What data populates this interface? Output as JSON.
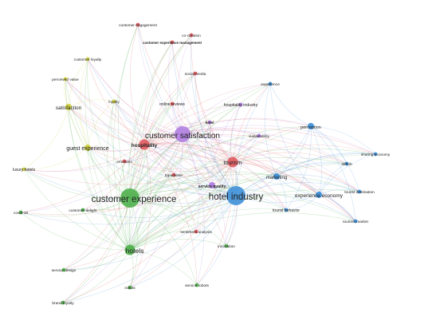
{
  "colors": {
    "red": "#e05a5f",
    "purple": "#b07ee0",
    "blue": "#3f90d8",
    "green": "#4fb04c",
    "yellow": "#cfcf3f"
  },
  "clusters": {
    "red": [
      "customer engagement",
      "co-creation",
      "customer experience management",
      "social media",
      "online reviews",
      "hospitality",
      "tourism",
      "tripadvisor",
      "sentiment analysis",
      "emotions"
    ],
    "purple": [
      "customer satisfaction",
      "hospitality industry",
      "hotel",
      "sustainability",
      "service quality"
    ],
    "blue": [
      "hotel industry",
      "experience",
      "perception",
      "sharing economy",
      "airbnb",
      "marketing",
      "experience economy",
      "tourist destination",
      "tourist behavior",
      "tourism market"
    ],
    "green": [
      "customer experience",
      "hotels",
      "covid-19",
      "customer delight",
      "innovation",
      "service design",
      "robots",
      "service robots",
      "brand loyalty"
    ],
    "yellow": [
      "customer loyalty",
      "perceived value",
      "satisfaction",
      "loyalty",
      "guest experience",
      "luxury hotels"
    ]
  },
  "nodes": [
    {
      "id": "customer experience",
      "label": "customer experience",
      "cluster": "green",
      "weight": 5
    },
    {
      "id": "hotel industry",
      "label": "hotel industry",
      "cluster": "blue",
      "weight": 5
    },
    {
      "id": "customer satisfaction",
      "label": "customer satisfaction",
      "cluster": "purple",
      "weight": 4
    },
    {
      "id": "hotels",
      "label": "hotels",
      "cluster": "green",
      "weight": 3
    },
    {
      "id": "tourism",
      "label": "tourism",
      "cluster": "red",
      "weight": 3
    },
    {
      "id": "hospitality",
      "label": "hospitality",
      "cluster": "red",
      "weight": 3
    },
    {
      "id": "guest experience",
      "label": "guest experience",
      "cluster": "yellow",
      "weight": 2
    },
    {
      "id": "satisfaction",
      "label": "satisfaction",
      "cluster": "yellow",
      "weight": 2
    },
    {
      "id": "marketing",
      "label": "marketing",
      "cluster": "blue",
      "weight": 2
    },
    {
      "id": "experience economy",
      "label": "experience economy",
      "cluster": "blue",
      "weight": 2
    },
    {
      "id": "perception",
      "label": "perception",
      "cluster": "blue",
      "weight": 2
    },
    {
      "id": "service quality",
      "label": "service quality",
      "cluster": "purple",
      "weight": 2
    },
    {
      "id": "customer engagement",
      "label": "customer engagement",
      "cluster": "red",
      "weight": 1
    },
    {
      "id": "co-creation",
      "label": "co-creation",
      "cluster": "red",
      "weight": 1
    },
    {
      "id": "customer experience management",
      "label": "customer experience management",
      "cluster": "red",
      "weight": 1
    },
    {
      "id": "customer loyalty",
      "label": "customer loyalty",
      "cluster": "yellow",
      "weight": 1
    },
    {
      "id": "perceived value",
      "label": "perceived value",
      "cluster": "yellow",
      "weight": 1
    },
    {
      "id": "loyalty",
      "label": "loyalty",
      "cluster": "yellow",
      "weight": 1
    },
    {
      "id": "social media",
      "label": "social media",
      "cluster": "red",
      "weight": 1
    },
    {
      "id": "online reviews",
      "label": "online reviews",
      "cluster": "red",
      "weight": 1
    },
    {
      "id": "hospitality industry",
      "label": "hospitality industry",
      "cluster": "purple",
      "weight": 1
    },
    {
      "id": "hotel",
      "label": "hotel",
      "cluster": "purple",
      "weight": 1
    },
    {
      "id": "sustainability",
      "label": "sustainability",
      "cluster": "purple",
      "weight": 1
    },
    {
      "id": "experience",
      "label": "experience",
      "cluster": "blue",
      "weight": 1
    },
    {
      "id": "sharing economy",
      "label": "sharing economy",
      "cluster": "blue",
      "weight": 1
    },
    {
      "id": "airbnb",
      "label": "airbnb",
      "cluster": "blue",
      "weight": 1
    },
    {
      "id": "tourist destination",
      "label": "tourist destination",
      "cluster": "blue",
      "weight": 1
    },
    {
      "id": "tourist behavior",
      "label": "tourist behavior",
      "cluster": "blue",
      "weight": 1
    },
    {
      "id": "tourism market",
      "label": "tourism market",
      "cluster": "blue",
      "weight": 1
    },
    {
      "id": "emotions",
      "label": "emotions",
      "cluster": "red",
      "weight": 1
    },
    {
      "id": "tripadvisor",
      "label": "tripadvisor",
      "cluster": "red",
      "weight": 1
    },
    {
      "id": "luxury hotels",
      "label": "luxury hotels",
      "cluster": "yellow",
      "weight": 1
    },
    {
      "id": "covid-19",
      "label": "covid-19",
      "cluster": "green",
      "weight": 1
    },
    {
      "id": "customer delight",
      "label": "customer delight",
      "cluster": "green",
      "weight": 1
    },
    {
      "id": "sentiment analysis",
      "label": "sentiment analysis",
      "cluster": "red",
      "weight": 1
    },
    {
      "id": "innovation",
      "label": "innovation",
      "cluster": "green",
      "weight": 1
    },
    {
      "id": "service design",
      "label": "service design",
      "cluster": "green",
      "weight": 1
    },
    {
      "id": "robots",
      "label": "robots",
      "cluster": "green",
      "weight": 1
    },
    {
      "id": "service robots",
      "label": "service robots",
      "cluster": "green",
      "weight": 1
    },
    {
      "id": "brand loyalty",
      "label": "brand loyalty",
      "cluster": "green",
      "weight": 1
    }
  ]
}
